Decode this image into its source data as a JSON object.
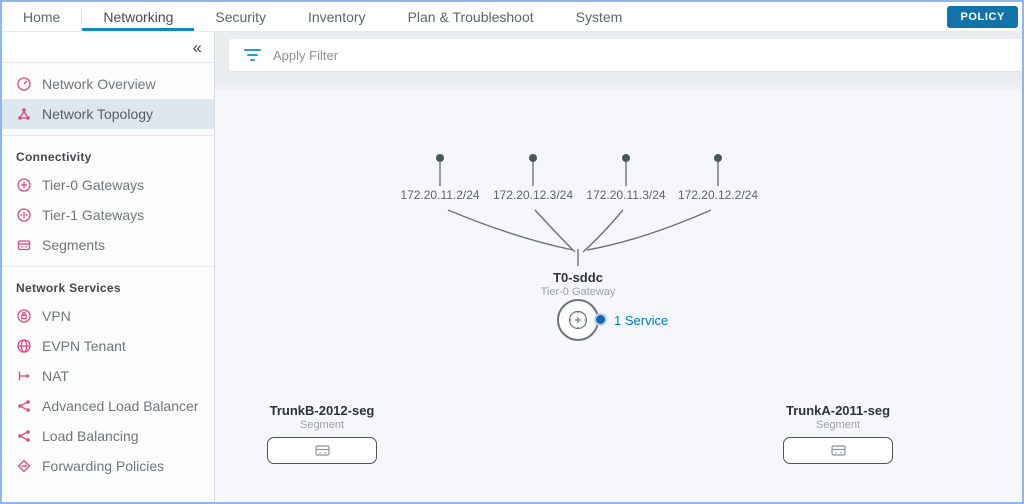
{
  "nav": {
    "items": [
      {
        "label": "Home"
      },
      {
        "label": "Networking"
      },
      {
        "label": "Security"
      },
      {
        "label": "Inventory"
      },
      {
        "label": "Plan & Troubleshoot"
      },
      {
        "label": "System"
      }
    ],
    "active_item": "Networking",
    "policy_button": "POLICY"
  },
  "sidebar": {
    "collapse_icon": "«",
    "groups": [
      {
        "header": "",
        "items": [
          {
            "label": "Network Overview",
            "icon": "gauge-icon",
            "selected": false
          },
          {
            "label": "Network Topology",
            "icon": "topology-icon",
            "selected": true
          }
        ]
      },
      {
        "header": "Connectivity",
        "items": [
          {
            "label": "Tier-0 Gateways",
            "icon": "tier0-gateway-icon"
          },
          {
            "label": "Tier-1 Gateways",
            "icon": "tier1-gateway-icon"
          },
          {
            "label": "Segments",
            "icon": "segment-icon"
          }
        ]
      },
      {
        "header": "Network Services",
        "items": [
          {
            "label": "VPN",
            "icon": "vpn-icon"
          },
          {
            "label": "EVPN Tenant",
            "icon": "evpn-tenant-icon"
          },
          {
            "label": "NAT",
            "icon": "nat-icon"
          },
          {
            "label": "Advanced Load Balancer",
            "icon": "load-balancer-icon"
          },
          {
            "label": "Load Balancing",
            "icon": "load-balancing-icon"
          },
          {
            "label": "Forwarding Policies",
            "icon": "forwarding-policies-icon"
          }
        ]
      }
    ]
  },
  "filter_bar": {
    "label": "Apply Filter",
    "icon": "filter-icon"
  },
  "topology": {
    "uplinks": [
      "172.20.11.2/24",
      "172.20.12.3/24",
      "172.20.11.3/24",
      "172.20.12.2/24"
    ],
    "gateway": {
      "name": "T0-sddc",
      "type": "Tier-0 Gateway",
      "services_label": "1 Service"
    },
    "segments": [
      {
        "name": "TrunkB-2012-seg",
        "type": "Segment"
      },
      {
        "name": "TrunkA-2011-seg",
        "type": "Segment"
      }
    ]
  },
  "colors": {
    "accent_pink": "#e0487e",
    "nav_underline_blue": "#118ab8",
    "policy_button_blue": "#1173a8",
    "service_link_blue": "#0079b8",
    "badge_blue": "#1b63ae",
    "window_border_blue": "#8fb7ec"
  }
}
